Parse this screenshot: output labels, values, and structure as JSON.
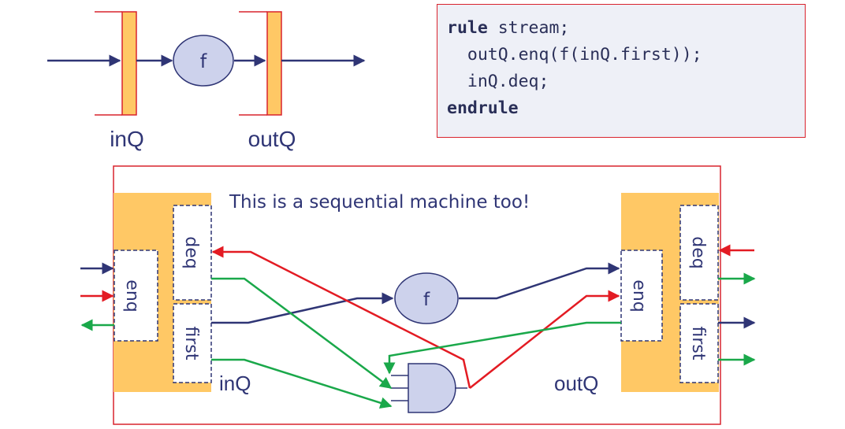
{
  "code": {
    "line1_keyword": "rule",
    "line1_rest": " stream;",
    "line2": "  outQ.enq(f(inQ.first));",
    "line3": "  inQ.deq;",
    "line4_keyword": "endrule"
  },
  "top_diagram": {
    "function_label": "f",
    "in_queue_label": "inQ",
    "out_queue_label": "outQ"
  },
  "bottom_diagram": {
    "headline": "This is a sequential machine too!",
    "function_label": "f",
    "in_queue_label": "inQ",
    "out_queue_label": "outQ",
    "in_ports": {
      "enq": "enq",
      "deq": "deq",
      "first": "first"
    },
    "out_ports": {
      "enq": "enq",
      "deq": "deq",
      "first": "first"
    }
  },
  "colors": {
    "navy": "#2f3575",
    "red": "#e31b23",
    "green": "#1aa84a",
    "queue_fill": "#ffc865",
    "bubble_fill": "#cdd2ec",
    "frame": "#d9232d"
  }
}
